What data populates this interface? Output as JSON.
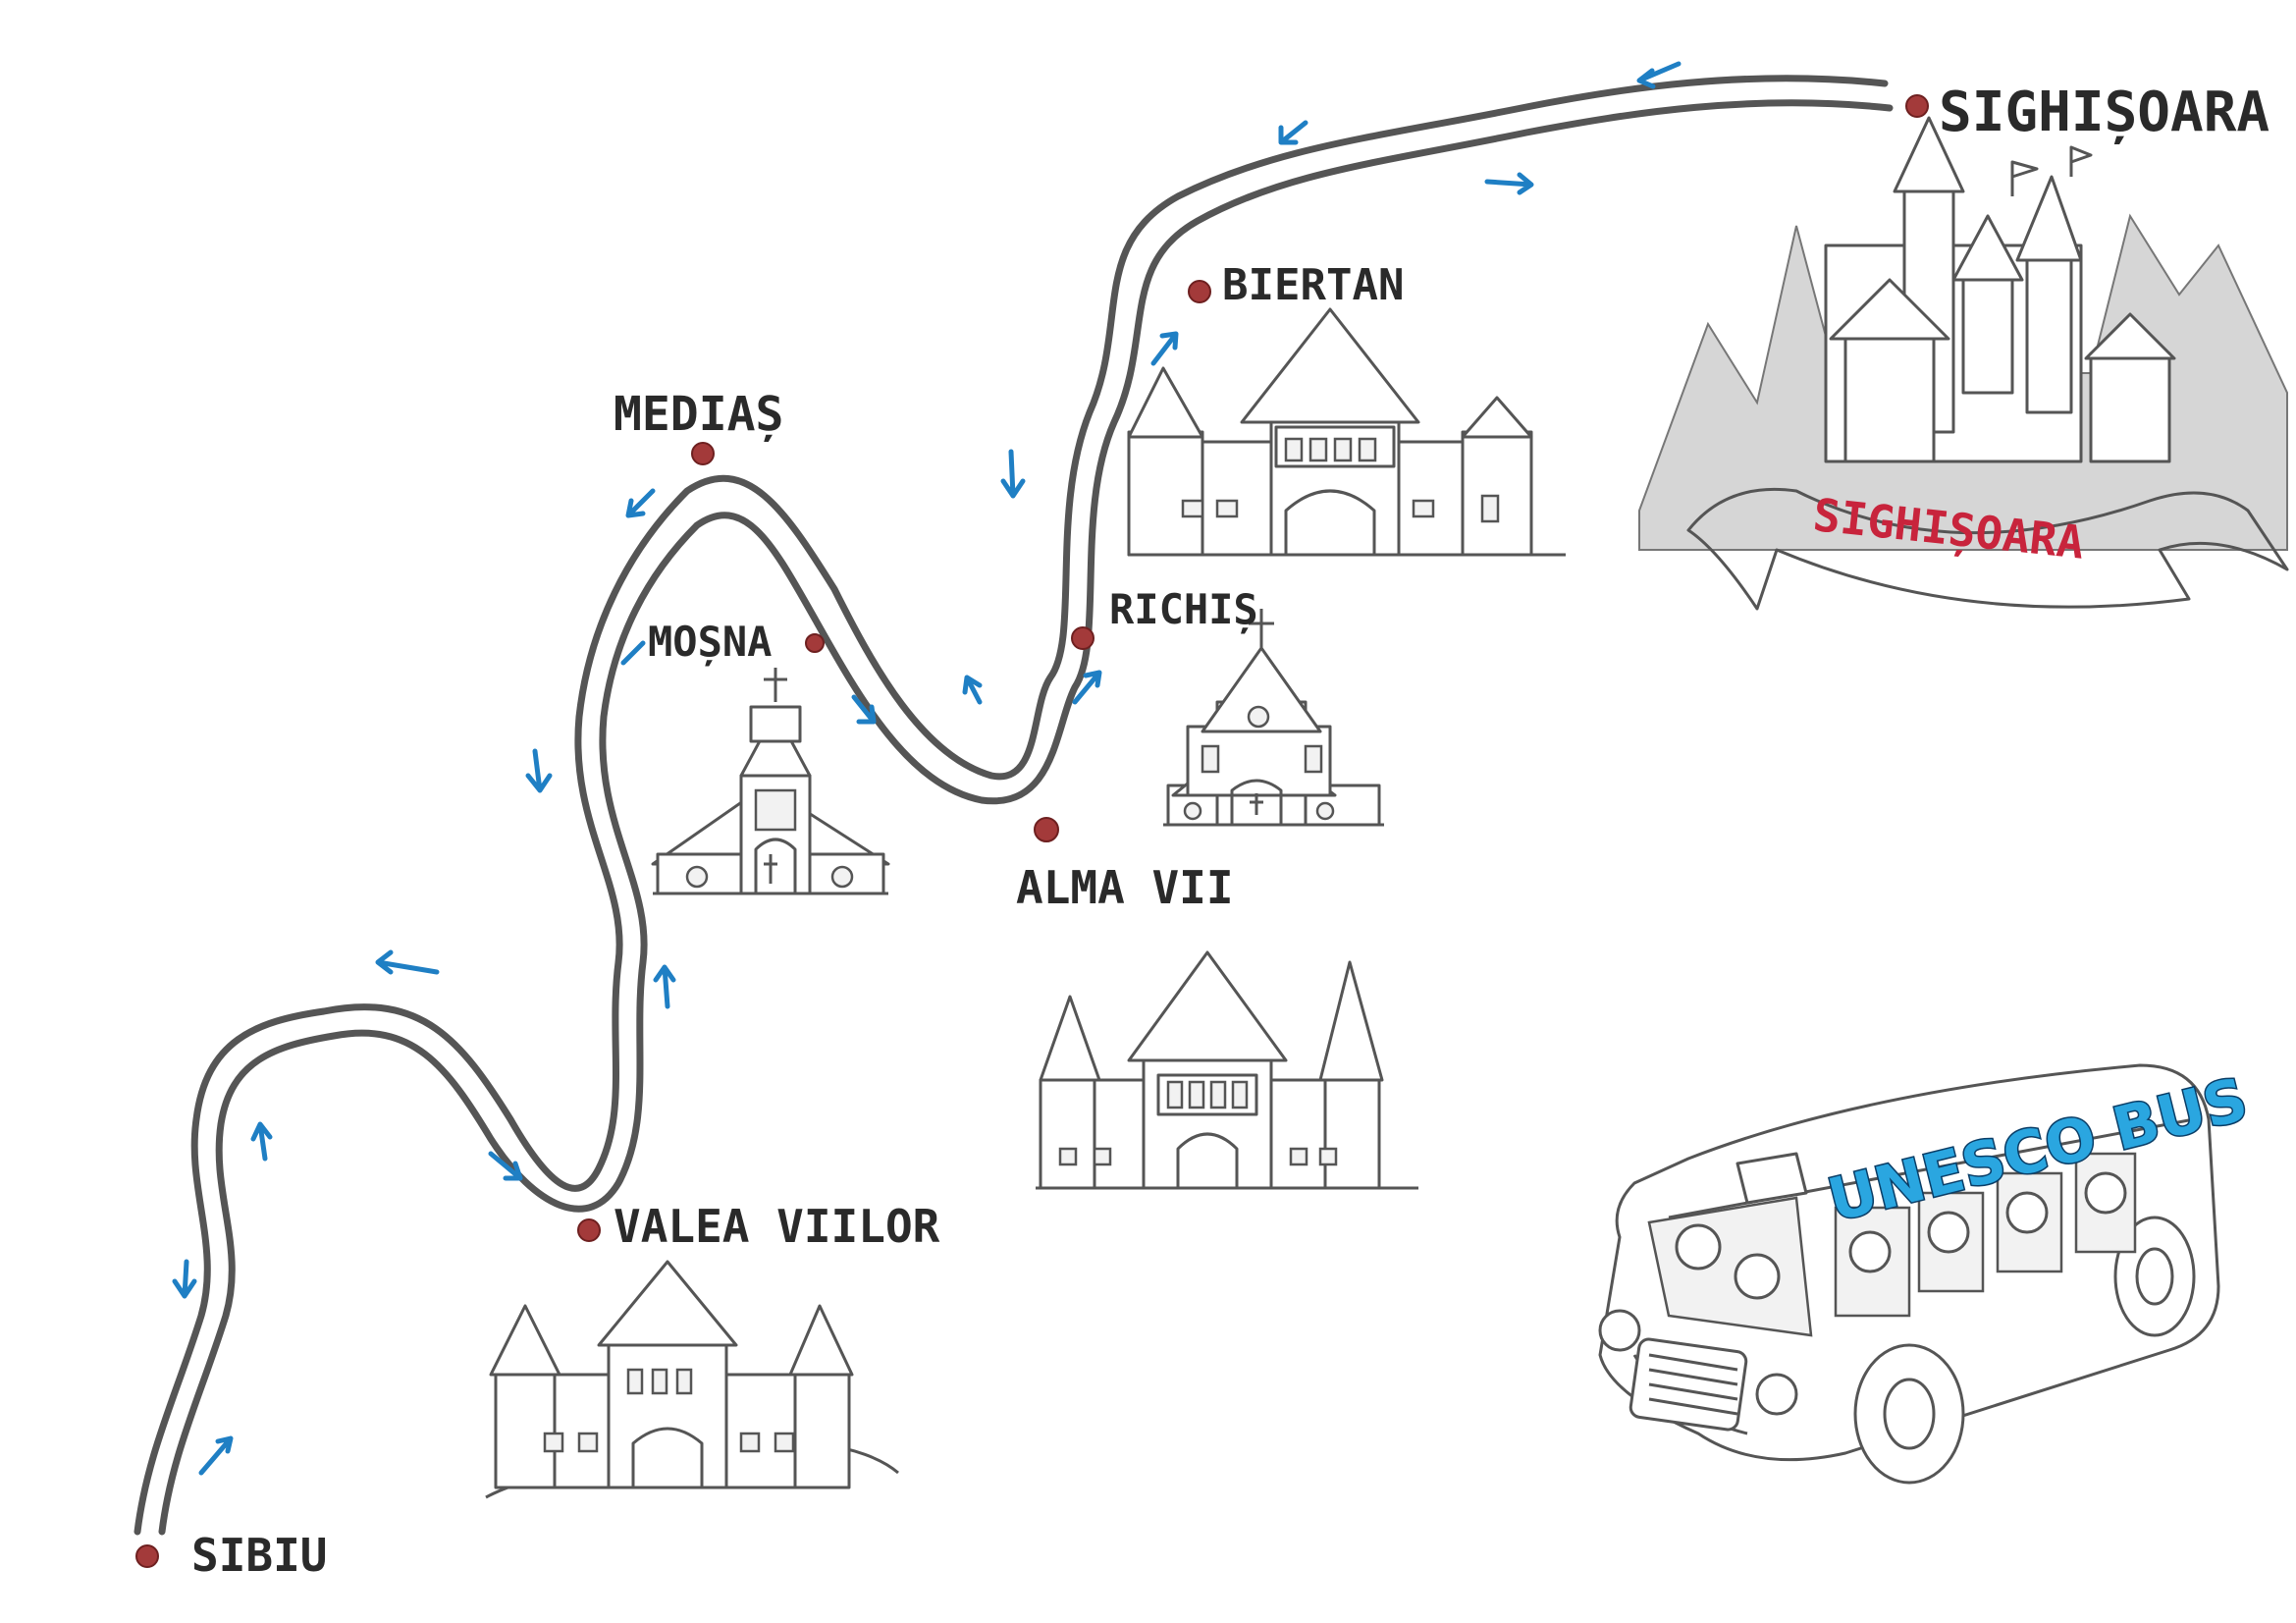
{
  "map": {
    "bus_label": "UNESCO BUS",
    "banner_label": "SIGHIȘOARA",
    "colors": {
      "road": "#555555",
      "marker": "#a33a3a",
      "arrow": "#1f7fc4",
      "banner_text": "#c8243c",
      "bus_title": "#2aa6e0"
    },
    "places": [
      {
        "id": "sibiu",
        "name": "SIBIU"
      },
      {
        "id": "valea-viilor",
        "name": "VALEA VIILOR"
      },
      {
        "id": "mosna",
        "name": "MOȘNA"
      },
      {
        "id": "medias",
        "name": "MEDIAȘ"
      },
      {
        "id": "alma-vii",
        "name": "ALMA VII"
      },
      {
        "id": "richis",
        "name": "RICHIȘ"
      },
      {
        "id": "biertan",
        "name": "BIERTAN"
      },
      {
        "id": "sighisoara",
        "name": "SIGHIȘOARA"
      }
    ]
  }
}
